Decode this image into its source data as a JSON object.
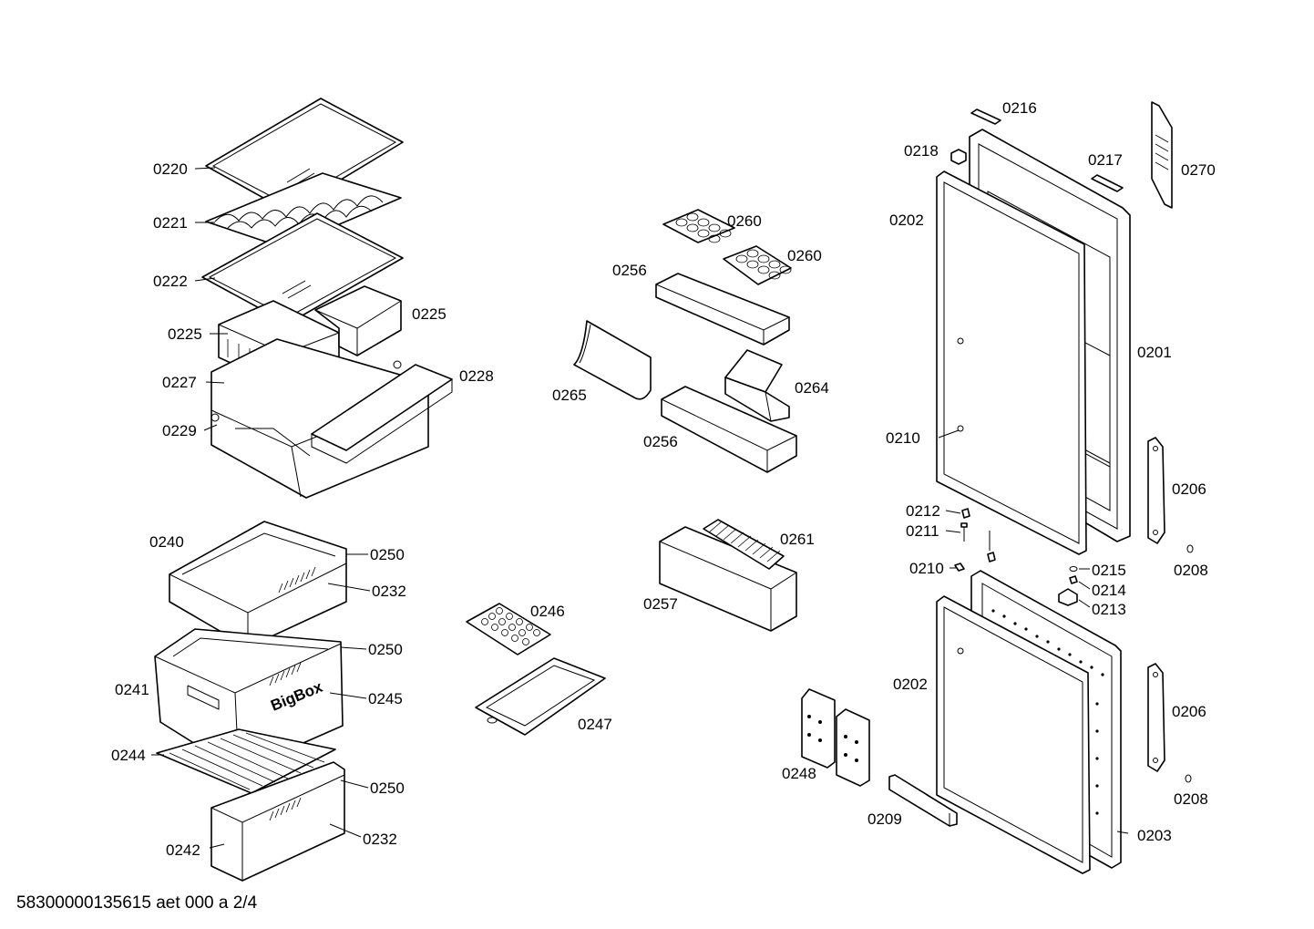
{
  "document_id": "58300000135615 aet 000 a 2/4",
  "brand_text": "BigBox",
  "labels": {
    "l0220": "0220",
    "l0221": "0221",
    "l0222": "0222",
    "l0225a": "0225",
    "l0225b": "0225",
    "l0227": "0227",
    "l0228": "0228",
    "l0229": "0229",
    "l0240": "0240",
    "l0250a": "0250",
    "l0232a": "0232",
    "l0250b": "0250",
    "l0241": "0241",
    "l0245": "0245",
    "l0244": "0244",
    "l0250c": "0250",
    "l0242": "0242",
    "l0232b": "0232",
    "l0246": "0246",
    "l0247": "0247",
    "l0260a": "0260",
    "l0260b": "0260",
    "l0256a": "0256",
    "l0265": "0265",
    "l0264": "0264",
    "l0256b": "0256",
    "l0261": "0261",
    "l0257": "0257",
    "l0248": "0248",
    "l0209": "0209",
    "l0216": "0216",
    "l0218": "0218",
    "l0217": "0217",
    "l0270": "0270",
    "l0202a": "0202",
    "l0201": "0201",
    "l0210a": "0210",
    "l0206a": "0206",
    "l0212": "0212",
    "l0211": "0211",
    "l0208a": "0208",
    "l0210b": "0210",
    "l0215": "0215",
    "l0214": "0214",
    "l0213": "0213",
    "l0202b": "0202",
    "l0206b": "0206",
    "l0208b": "0208",
    "l0203": "0203"
  }
}
